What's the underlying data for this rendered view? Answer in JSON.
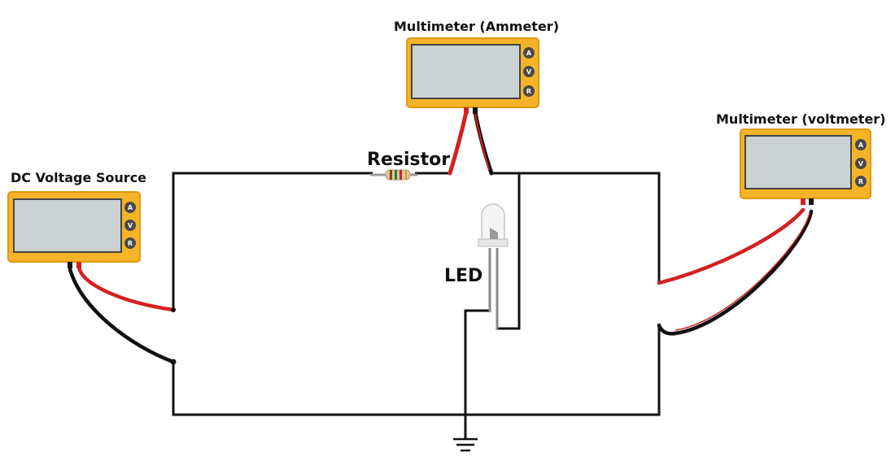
{
  "labels": {
    "dc_source": "DC Voltage Source",
    "ammeter": "Multimeter (Ammeter)",
    "voltmeter": "Multimeter (voltmeter)",
    "resistor": "Resistor",
    "led": "LED"
  },
  "meter_buttons": [
    "A",
    "V",
    "R"
  ],
  "colors": {
    "meter_body": "#f5b428",
    "meter_border": "#e09a10",
    "meter_screen": "#ccd1d1",
    "button": "#4a4a4a",
    "wire": "#111111",
    "probe_red": "#d42020",
    "probe_black": "#111111"
  }
}
